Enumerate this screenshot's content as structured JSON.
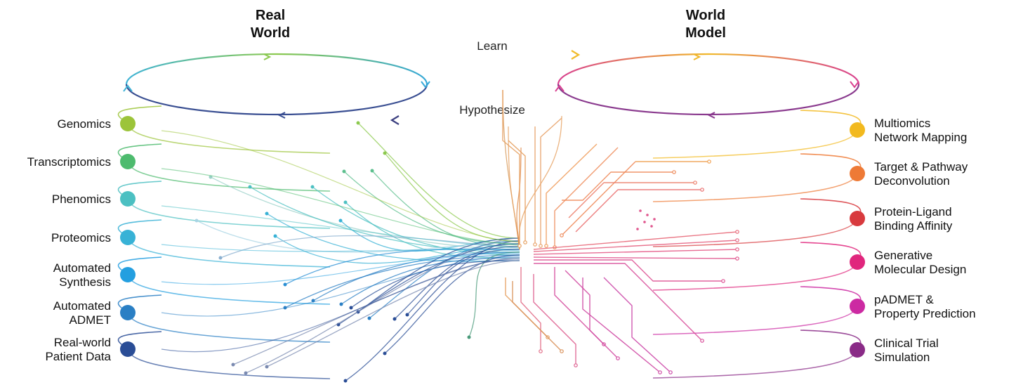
{
  "left": {
    "title_line1": "Real",
    "title_line2": "World",
    "items": [
      {
        "lines": [
          "Genomics"
        ],
        "color": "#9cc43a"
      },
      {
        "lines": [
          "Transcriptomics"
        ],
        "color": "#4dbb6e"
      },
      {
        "lines": [
          "Phenomics"
        ],
        "color": "#4cc0c2"
      },
      {
        "lines": [
          "Proteomics"
        ],
        "color": "#38b2d6"
      },
      {
        "lines": [
          "Automated",
          "Synthesis"
        ],
        "color": "#249fe0"
      },
      {
        "lines": [
          "Automated",
          "ADMET"
        ],
        "color": "#2a7fc4"
      },
      {
        "lines": [
          "Real-world",
          "Patient Data"
        ],
        "color": "#2a4d96"
      }
    ]
  },
  "right": {
    "title_line1": "World",
    "title_line2": "Model",
    "items": [
      {
        "lines": [
          "Multiomics",
          "Network Mapping"
        ],
        "color": "#f2b91e"
      },
      {
        "lines": [
          "Target & Pathway",
          "Deconvolution"
        ],
        "color": "#ee7a36"
      },
      {
        "lines": [
          "Protein-Ligand",
          "Binding Affinity"
        ],
        "color": "#d83a3e"
      },
      {
        "lines": [
          "Generative",
          "Molecular Design"
        ],
        "color": "#e0267d"
      },
      {
        "lines": [
          "pADMET &",
          "Property Prediction"
        ],
        "color": "#cc2aa2"
      },
      {
        "lines": [
          "Clinical Trial",
          "Simulation"
        ],
        "color": "#8a2b87"
      }
    ]
  },
  "arrows": {
    "learn": "Learn",
    "hypothesize": "Hypothesize",
    "learn_color": "#e0c23a",
    "hypothesize_color": "#46407a"
  }
}
